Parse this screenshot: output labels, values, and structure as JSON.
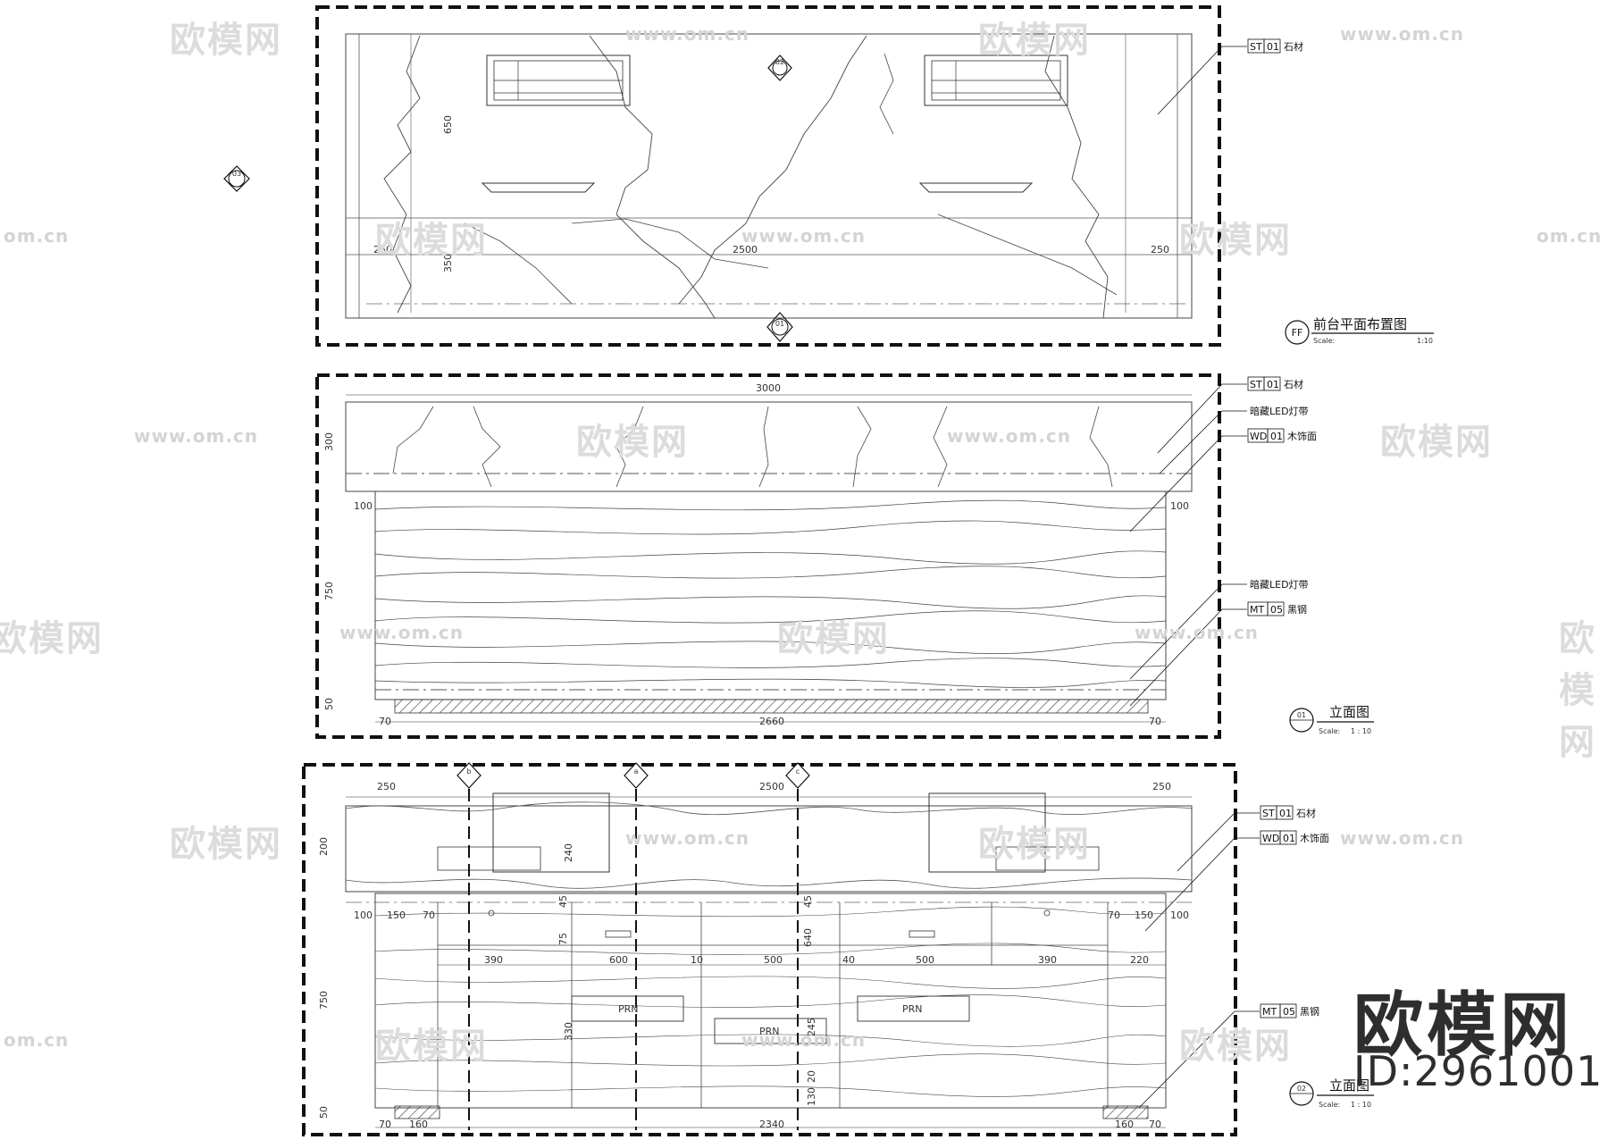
{
  "drawing": {
    "plan": {
      "title": "前台平面布置图",
      "badge": "FF",
      "scale_label": "Scale:",
      "scale_value": "1:10",
      "dims": {
        "top": "650",
        "left_side": "250",
        "center": "2500",
        "right_side": "250",
        "bottom_side": "350"
      },
      "markers": {
        "top": "02",
        "left": "03",
        "bottom": "01"
      },
      "tags": [
        {
          "code": "ST",
          "num": "01",
          "text": "石材"
        }
      ]
    },
    "elev1": {
      "title": "立面图",
      "badge": "01",
      "scale_label": "Scale:",
      "scale_value": "1 : 10",
      "dims": {
        "overall": "3000",
        "top_h": "300",
        "body_h": "750",
        "base_h": "50",
        "left_off": "100",
        "right_off": "100",
        "base_left": "70",
        "base_mid": "2660",
        "base_right": "70"
      },
      "tags": [
        {
          "code": "ST",
          "num": "01",
          "text": "石材"
        },
        {
          "code": "",
          "num": "",
          "text": "暗藏LED灯带"
        },
        {
          "code": "WD",
          "num": "01",
          "text": "木饰面"
        },
        {
          "code": "",
          "num": "",
          "text": "暗藏LED灯带"
        },
        {
          "code": "MT",
          "num": "05",
          "text": "黑钢"
        }
      ]
    },
    "elev2": {
      "title": "立面图",
      "badge": "02",
      "scale_label": "Scale:",
      "scale_value": "1 : 10",
      "markers": {
        "b": "b",
        "a": "a",
        "c": "c"
      },
      "dims": {
        "top_l": "250",
        "top_c": "2500",
        "top_r": "250",
        "top_h": "200",
        "body_h": "750",
        "base_h": "50",
        "r1": [
          "100",
          "150",
          "70",
          "45",
          "75",
          "45",
          "640",
          "70",
          "150",
          "100"
        ],
        "r2": [
          "390",
          "600",
          "10",
          "500",
          "40",
          "500",
          "390",
          "220"
        ],
        "v": [
          "240",
          "330",
          "245",
          "20",
          "130"
        ],
        "bottom": [
          "70",
          "160",
          "2340",
          "160",
          "70"
        ]
      },
      "labels": {
        "prn": "PRN"
      },
      "tags": [
        {
          "code": "ST",
          "num": "01",
          "text": "石材"
        },
        {
          "code": "WD",
          "num": "01",
          "text": "木饰面"
        },
        {
          "code": "MT",
          "num": "05",
          "text": "黑钢"
        }
      ]
    }
  },
  "watermark": {
    "logo_text": "欧模网",
    "url_text": "www.om.cn",
    "short_url": "om.cn",
    "brand": "欧模网",
    "id": "ID:2961001"
  }
}
